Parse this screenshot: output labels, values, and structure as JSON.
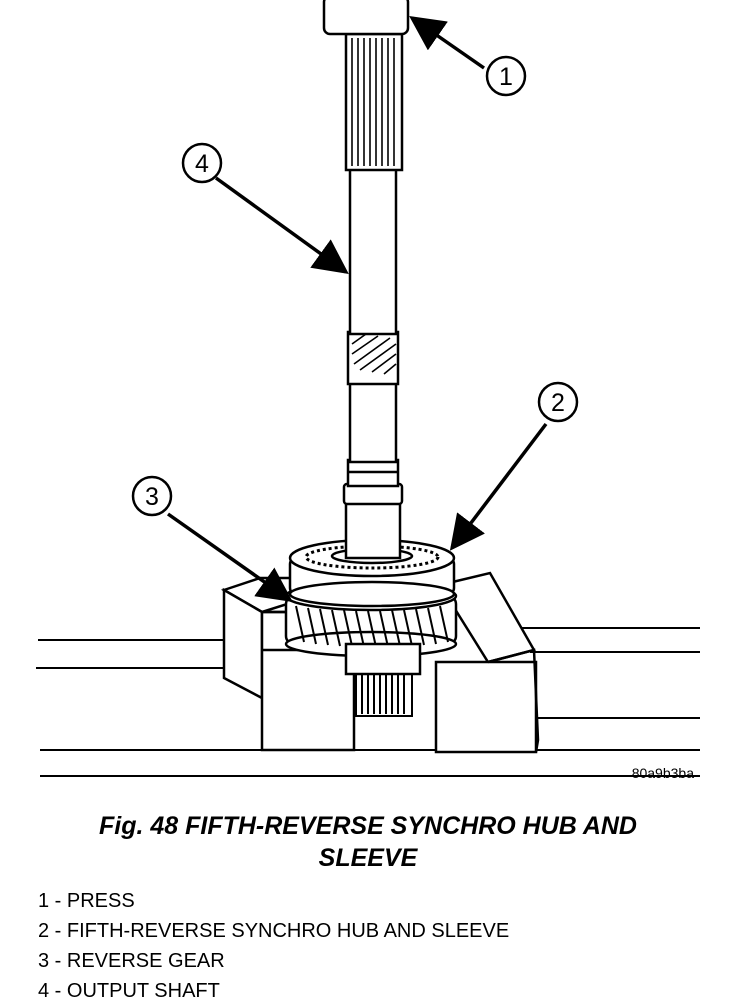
{
  "figure": {
    "code": "80a9b3ba",
    "caption_line1": "Fig. 48 FIFTH-REVERSE SYNCHRO HUB AND",
    "caption_line2": "SLEEVE"
  },
  "callouts": [
    {
      "num": "1",
      "label": "PRESS"
    },
    {
      "num": "2",
      "label": "FIFTH-REVERSE SYNCHRO HUB AND SLEEVE"
    },
    {
      "num": "3",
      "label": "REVERSE GEAR"
    },
    {
      "num": "4",
      "label": "OUTPUT SHAFT"
    }
  ],
  "legend": [
    "1 - PRESS",
    "2 - FIFTH-REVERSE SYNCHRO HUB AND SLEEVE",
    "3 - REVERSE GEAR",
    "4 - OUTPUT SHAFT"
  ]
}
